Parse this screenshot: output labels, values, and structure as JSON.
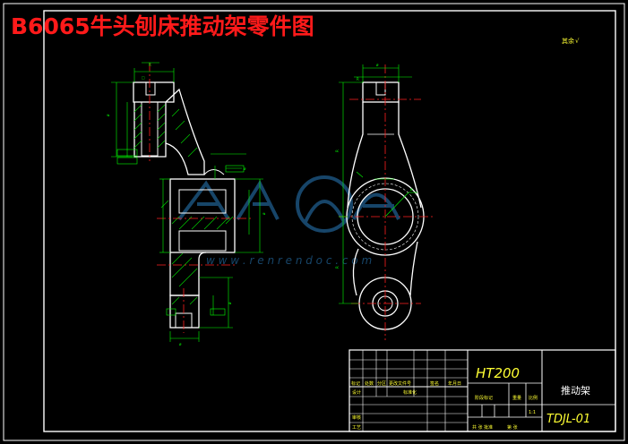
{
  "drawing": {
    "title": "B6065牛头刨床推动架零件图",
    "roughness_note": "其余",
    "watermark_url": "w w w . r e n r e n d o c . c o m",
    "colors": {
      "background": "#000000",
      "title": "#ff1a1a",
      "frame": "#ffffff",
      "outline": "#ffffff",
      "dimension": "#00ff00",
      "centerline": "#ff2020",
      "hatch": "#00cc00",
      "title_block_text": "#ffff33",
      "watermark": "#2a7fc0"
    }
  },
  "title_block": {
    "material": "HT200",
    "part_name": "推动架",
    "drawing_no": "TDJL-01",
    "scale": "1:1",
    "headers": [
      "标记",
      "处数",
      "分区",
      "更改文件号",
      "签名",
      "年月日"
    ],
    "row_design": [
      "设计",
      "",
      "",
      "标准化",
      "",
      ""
    ],
    "row_review": "审核",
    "row_process": "工艺",
    "row_approve": "批准",
    "stage_label": "阶段标记",
    "weight_label": "重量",
    "scale_label": "比例",
    "sheets_total": "共 张",
    "sheet_no": "第 张"
  }
}
